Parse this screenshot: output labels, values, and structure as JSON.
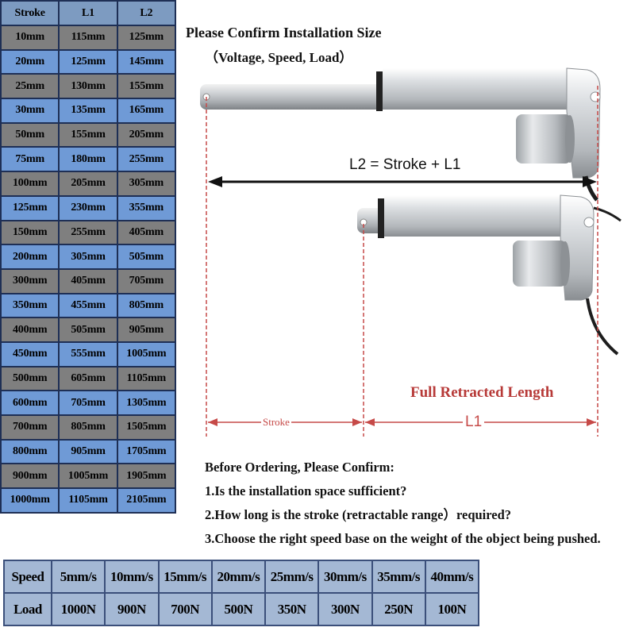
{
  "size_table": {
    "headers": [
      "Stroke",
      "L1",
      "L2"
    ],
    "rows": [
      [
        "10mm",
        "115mm",
        "125mm"
      ],
      [
        "20mm",
        "125mm",
        "145mm"
      ],
      [
        "25mm",
        "130mm",
        "155mm"
      ],
      [
        "30mm",
        "135mm",
        "165mm"
      ],
      [
        "50mm",
        "155mm",
        "205mm"
      ],
      [
        "75mm",
        "180mm",
        "255mm"
      ],
      [
        "100mm",
        "205mm",
        "305mm"
      ],
      [
        "125mm",
        "230mm",
        "355mm"
      ],
      [
        "150mm",
        "255mm",
        "405mm"
      ],
      [
        "200mm",
        "305mm",
        "505mm"
      ],
      [
        "300mm",
        "405mm",
        "705mm"
      ],
      [
        "350mm",
        "455mm",
        "805mm"
      ],
      [
        "400mm",
        "505mm",
        "905mm"
      ],
      [
        "450mm",
        "555mm",
        "1005mm"
      ],
      [
        "500mm",
        "605mm",
        "1105mm"
      ],
      [
        "600mm",
        "705mm",
        "1305mm"
      ],
      [
        "700mm",
        "805mm",
        "1505mm"
      ],
      [
        "800mm",
        "905mm",
        "1705mm"
      ],
      [
        "900mm",
        "1005mm",
        "1905mm"
      ],
      [
        "1000mm",
        "1105mm",
        "2105mm"
      ]
    ]
  },
  "diagram": {
    "title": "Please Confirm Installation Size",
    "subtitle": "（Voltage, Speed, Load）",
    "formula": "L2 = Stroke + L1",
    "full_retracted_label": "Full Retracted Length",
    "stroke_label": "Stroke",
    "l1_label": "L1",
    "colors": {
      "dimension_line": "#c64a48",
      "label_red": "#b73a38"
    }
  },
  "notes": [
    "Before Ordering, Please Confirm:",
    "1.Is the installation space sufficient?",
    "2.How long is the stroke (retractable range）required?",
    "3.Choose the right speed base on the weight of the object being pushed."
  ],
  "speed_table": {
    "speed_header": "Speed",
    "load_header": "Load",
    "speeds": [
      "5mm/s",
      "10mm/s",
      "15mm/s",
      "20mm/s",
      "25mm/s",
      "30mm/s",
      "35mm/s",
      "40mm/s"
    ],
    "loads": [
      "1000N",
      "900N",
      "700N",
      "500N",
      "350N",
      "300N",
      "250N",
      "100N"
    ]
  }
}
